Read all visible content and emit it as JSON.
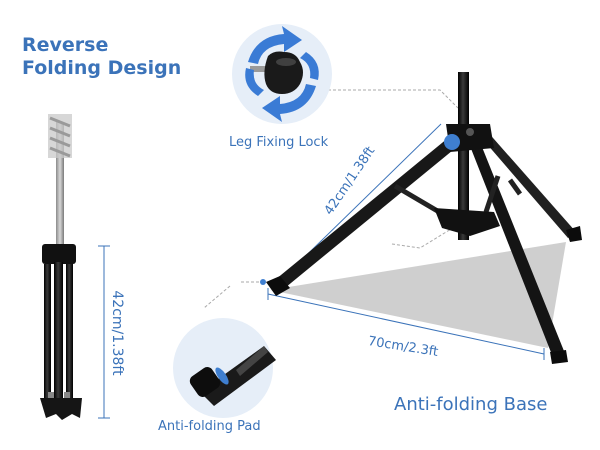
{
  "title": {
    "line1": "Reverse",
    "line2": "Folding Design"
  },
  "labels": {
    "leg_fixing_lock": "Leg Fixing Lock",
    "anti_folding_pad": "Anti-folding Pad",
    "anti_folding_base": "Anti-folding Base"
  },
  "dimensions": {
    "folded_length": "42cm/1.38ft",
    "leg_length": "42cm/1.38ft",
    "base_span": "70cm/2.3ft"
  },
  "colors": {
    "accent": "#3b73b9",
    "metal": "#1a1a1a",
    "circle_bg": "#e6eef8",
    "shadow": "#c8c8c8"
  },
  "icons": {
    "rotation": "rotate-arrows-icon",
    "knob": "lock-knob-icon"
  }
}
